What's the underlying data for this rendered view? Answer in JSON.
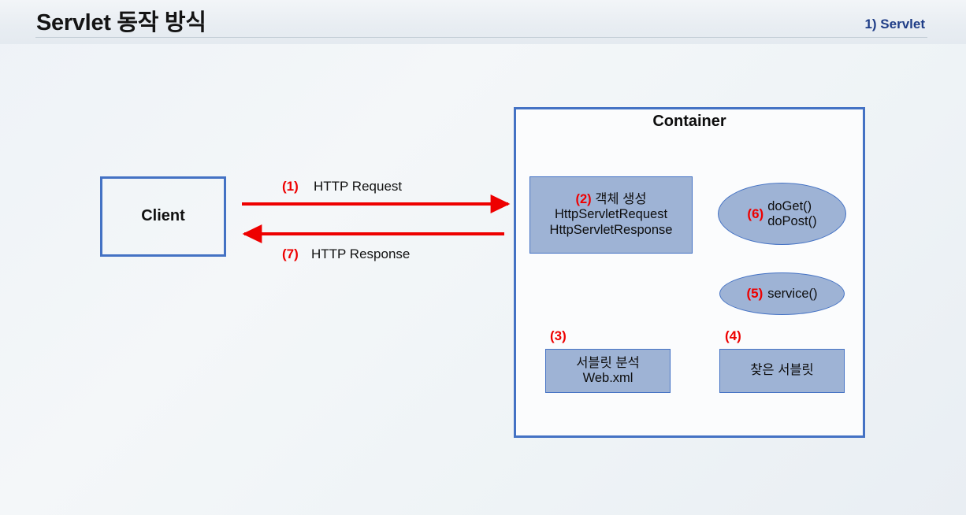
{
  "header": {
    "title": "Servlet 동작 방식",
    "section": "1) Servlet"
  },
  "diagram": {
    "client": {
      "label": "Client"
    },
    "container": {
      "title": "Container"
    },
    "flows": [
      {
        "num": "(1)",
        "label": "HTTP Request"
      },
      {
        "num": "(7)",
        "label": "HTTP Response"
      }
    ],
    "object_box": {
      "num": "(2)",
      "title": "객체 생성",
      "line2": "HttpServletRequest",
      "line3": "HttpServletResponse"
    },
    "servlet_analyze": {
      "num": "(3)",
      "line1": "서블릿 분석",
      "line2": "Web.xml"
    },
    "servlet_found": {
      "num": "(4)",
      "line1": "찾은 서블릿"
    },
    "service_ellipse": {
      "num": "(5)",
      "label": "service()"
    },
    "doget_ellipse": {
      "num": "(6)",
      "line1": "doGet()",
      "line2": "doPost()"
    }
  },
  "colors": {
    "accent_blue": "#4472c4",
    "shape_fill": "#9eb3d5",
    "arrow_red": "#ee0000",
    "section_blue": "#1f3d87",
    "background": "#eef2f7"
  }
}
